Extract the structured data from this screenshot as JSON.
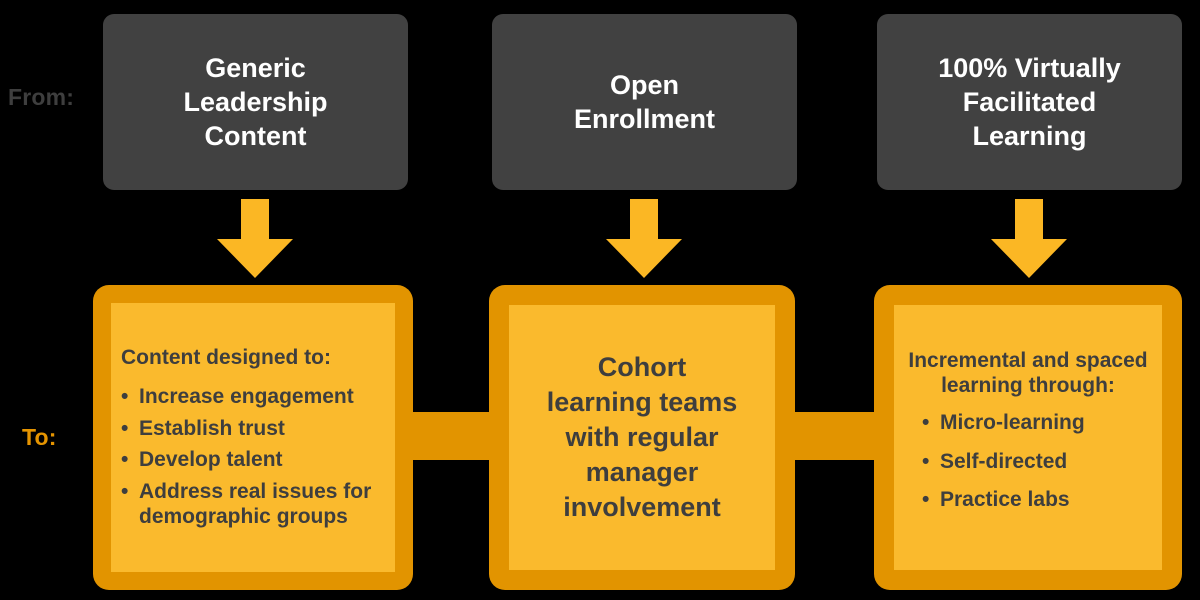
{
  "labels": {
    "from": "From:",
    "to": "To:"
  },
  "colors": {
    "background": "#000000",
    "from_box_fill": "#414141",
    "from_box_text": "#FFFFFF",
    "to_box_border": "#E29400",
    "to_box_fill": "#FABA2D",
    "to_box_text": "#3E3E3E",
    "arrow": "#FBB724",
    "from_label_text": "#3E3E3E",
    "to_label_text": "#E59400"
  },
  "from_boxes": [
    {
      "text": "Generic\nLeadership\nContent"
    },
    {
      "text": "Open\nEnrollment"
    },
    {
      "text": "100% Virtually\nFacilitated\nLearning"
    }
  ],
  "arrows": [
    {
      "name": "down-arrow-1",
      "direction": "down"
    },
    {
      "name": "down-arrow-2",
      "direction": "down"
    },
    {
      "name": "down-arrow-3",
      "direction": "down"
    }
  ],
  "to_boxes": [
    {
      "heading": "Content designed to:",
      "bullets": [
        "Increase engagement",
        "Establish trust",
        "Develop talent",
        "Address real issues for demographic groups"
      ],
      "center_text": ""
    },
    {
      "heading": "",
      "bullets": [],
      "center_text": "Cohort\nlearning teams\nwith regular\nmanager\ninvolvement"
    },
    {
      "heading": "Incremental and spaced learning through:",
      "bullets": [
        "Micro-learning",
        "Self-directed",
        "Practice labs"
      ],
      "center_text": ""
    }
  ]
}
